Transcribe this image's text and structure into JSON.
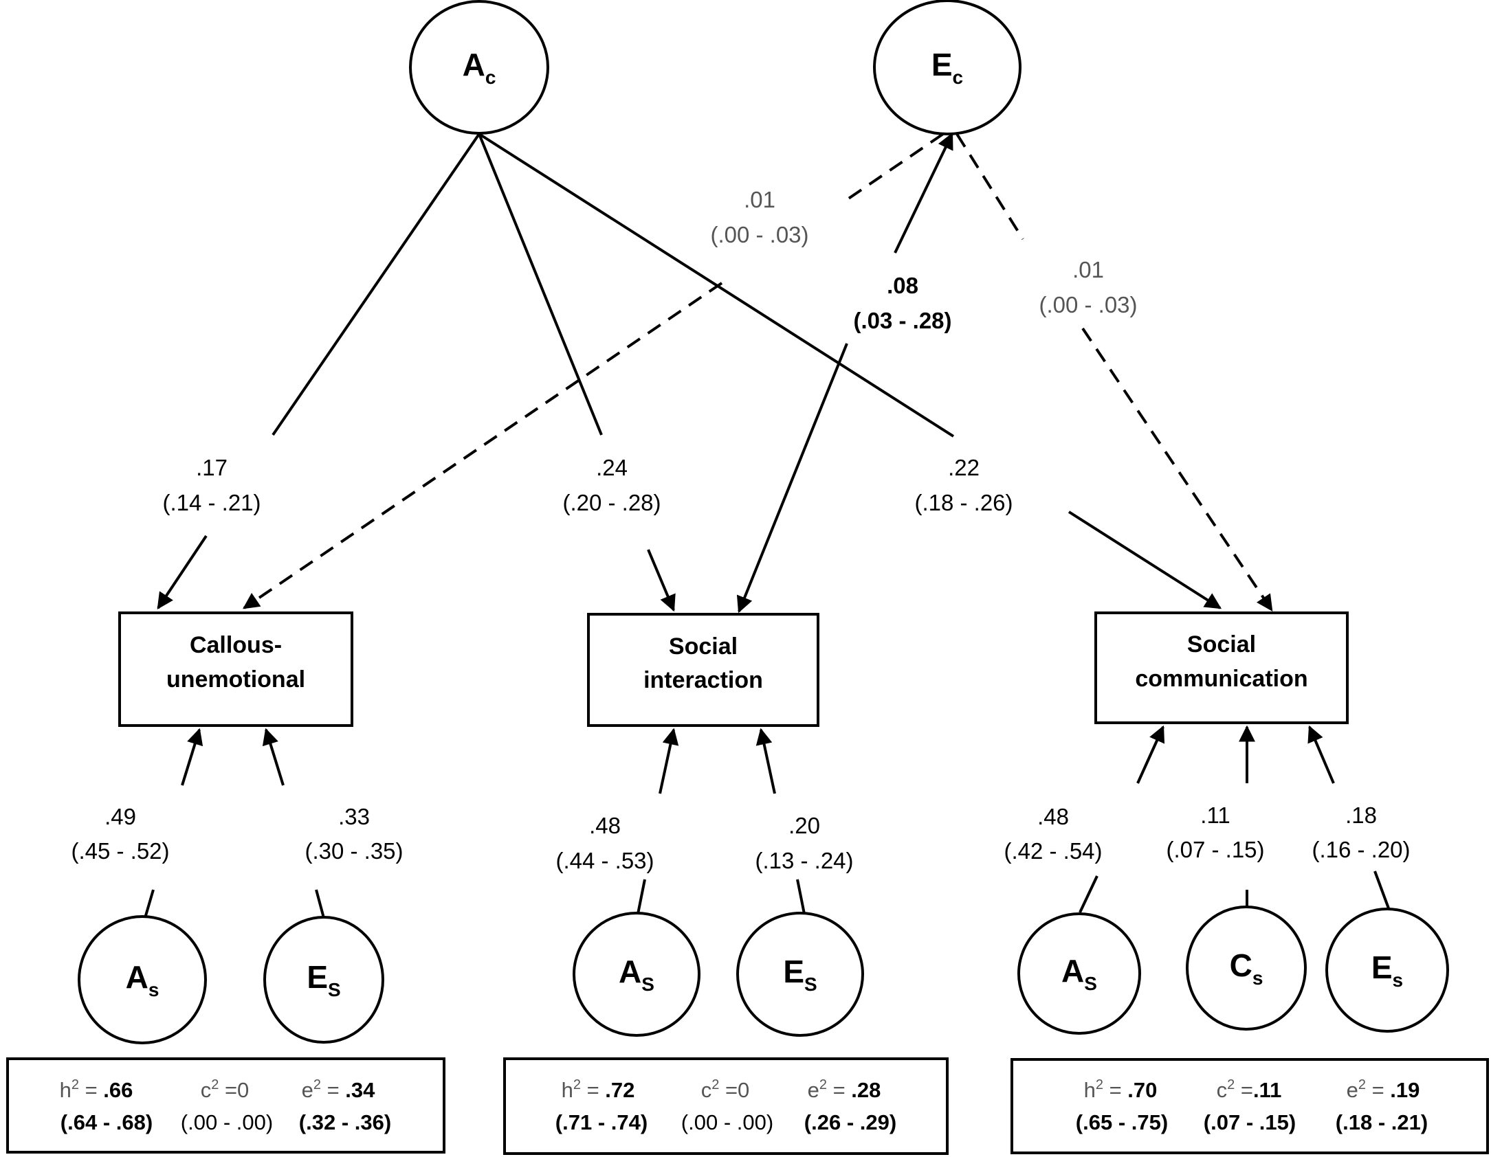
{
  "latent_common": {
    "a": {
      "main": "A",
      "sub": "c"
    },
    "e": {
      "main": "E",
      "sub": "c"
    }
  },
  "paths_common": {
    "a_cu": {
      "value": ".17",
      "ci": "(.14 - .21)"
    },
    "a_si": {
      "value": ".24",
      "ci": "(.20 - .28)"
    },
    "a_sc": {
      "value": ".22",
      "ci": "(.18 - .26)"
    },
    "e_cu": {
      "value": ".01",
      "ci": "(.00 - .03)"
    },
    "e_si": {
      "value": ".08",
      "ci": "(.03 - .28)"
    },
    "e_sc": {
      "value": ".01",
      "ci": "(.00 - .03)"
    }
  },
  "observed": {
    "cu": {
      "line1": "Callous-",
      "line2": "unemotional"
    },
    "si": {
      "line1": "Social",
      "line2": "interaction"
    },
    "sc": {
      "line1": "Social",
      "line2": "communication"
    }
  },
  "latent_specific": {
    "cu_a": {
      "main": "A",
      "sub": "s"
    },
    "cu_e": {
      "main": "E",
      "sub": "S"
    },
    "si_a": {
      "main": "A",
      "sub": "S"
    },
    "si_e": {
      "main": "E",
      "sub": "S"
    },
    "sc_a": {
      "main": "A",
      "sub": "S"
    },
    "sc_c": {
      "main": "C",
      "sub": "s"
    },
    "sc_e": {
      "main": "E",
      "sub": "s"
    }
  },
  "paths_specific": {
    "cu_a": {
      "value": ".49",
      "ci": "(.45 - .52)"
    },
    "cu_e": {
      "value": ".33",
      "ci": "(.30 - .35)"
    },
    "si_a": {
      "value": ".48",
      "ci": "(.44 - .53)"
    },
    "si_e": {
      "value": ".20",
      "ci": "(.13 - .24)"
    },
    "sc_a": {
      "value": ".48",
      "ci": "(.42 - .54)"
    },
    "sc_c": {
      "value": ".11",
      "ci": "(.07 - .15)"
    },
    "sc_e": {
      "value": ".18",
      "ci": "(.16 - .20)"
    }
  },
  "summaries": {
    "cu": {
      "h2": {
        "label": "h",
        "sup": "2",
        "eq": " = ",
        "value": ".66",
        "ci": "(.64 - .68)"
      },
      "c2": {
        "label": "c",
        "sup": "2",
        "eq": " =",
        "value": "0",
        "ci": "(.00 - .00)"
      },
      "e2": {
        "label": "e",
        "sup": "2",
        "eq": " = ",
        "value": ".34",
        "ci": "(.32 - .36)"
      }
    },
    "si": {
      "h2": {
        "label": "h",
        "sup": "2",
        "eq": " = ",
        "value": ".72",
        "ci": "(.71 - .74)"
      },
      "c2": {
        "label": "c",
        "sup": "2",
        "eq": " =",
        "value": "0",
        "ci": "(.00 - .00)"
      },
      "e2": {
        "label": "e",
        "sup": "2",
        "eq": " = ",
        "value": ".28",
        "ci": "(.26 - .29)"
      }
    },
    "sc": {
      "h2": {
        "label": "h",
        "sup": "2",
        "eq": " = ",
        "value": ".70",
        "ci": "(.65 - .75)"
      },
      "c2": {
        "label": "c",
        "sup": "2",
        "eq": " =",
        "value": ".11",
        "ci": "(.07 - .15)"
      },
      "e2": {
        "label": "e",
        "sup": "2",
        "eq": " = ",
        "value": ".19",
        "ci": "(.18 - .21)"
      }
    }
  }
}
